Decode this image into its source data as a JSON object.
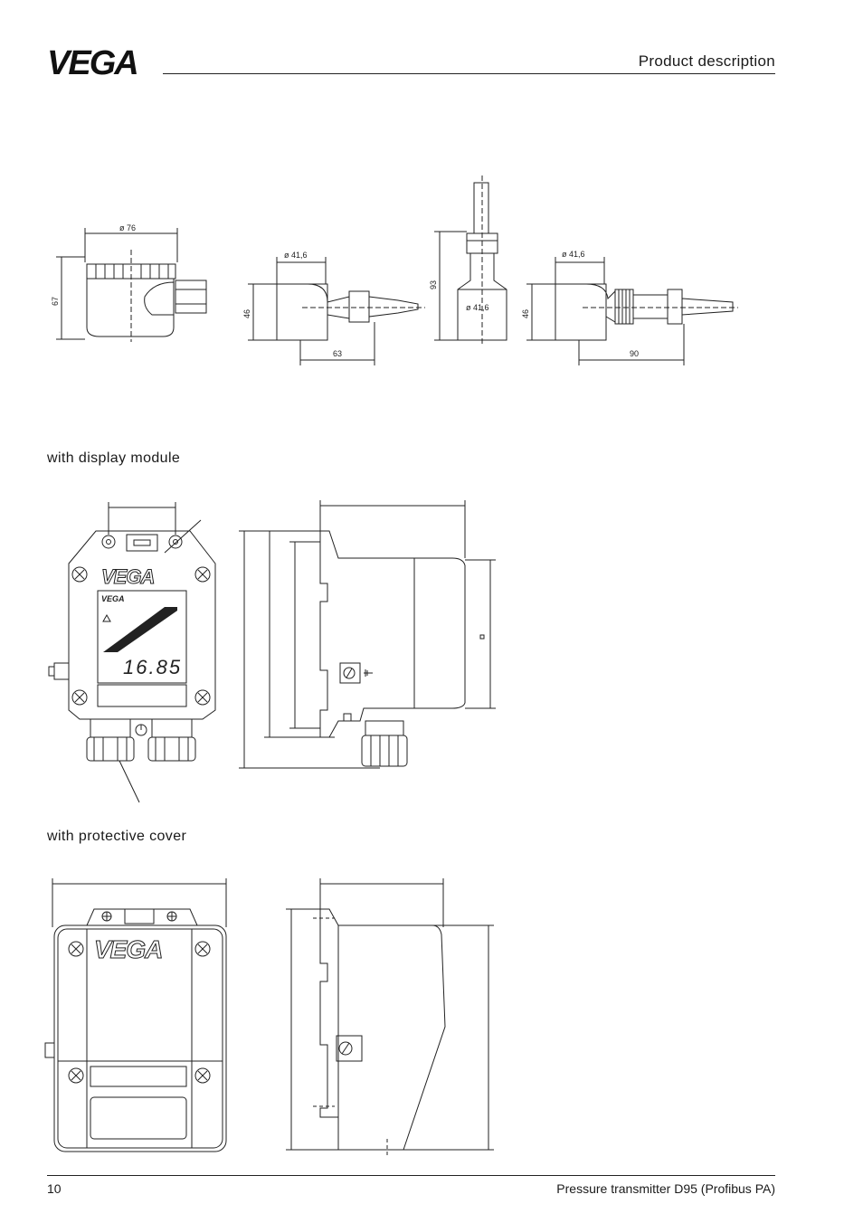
{
  "header": {
    "brand": "VEGA",
    "section_title": "Product description"
  },
  "drawings_top": {
    "housing_diameter": "ø 76",
    "housing_height": "67",
    "connector_a_diameter": "ø 41,6",
    "connector_a_height": "46",
    "connector_a_length": "63",
    "connector_b_height": "93",
    "connector_b_diameter": "ø 41,6",
    "connector_c_diameter": "ø 41,6",
    "connector_c_height": "46",
    "connector_c_length": "90"
  },
  "display_module": {
    "caption": "with display module",
    "panel_brand": "VEGA",
    "display_brand": "VEGA",
    "display_value": "16.85"
  },
  "protective_cover": {
    "caption": "with protective cover",
    "cover_brand": "VEGA"
  },
  "footer": {
    "page_number": "10",
    "document_title": "Pressure transmitter D95 (Profibus PA)"
  }
}
